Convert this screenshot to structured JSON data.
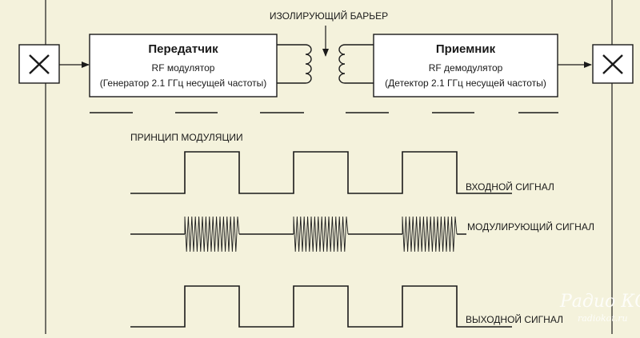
{
  "barrier_label": "ИЗОЛИРУЮЩИЙ БАРЬЕР",
  "transmitter": {
    "title": "Передатчик",
    "line1": "RF модулятор",
    "line2": "(Генератор 2.1 ГГц несущей частоты)"
  },
  "receiver": {
    "title": "Приемник",
    "line1": "RF демодулятор",
    "line2": "(Детектор 2.1 ГГц несущей частоты)"
  },
  "principle_label": "ПРИНЦИП МОДУЛЯЦИИ",
  "signals": {
    "input_label": "ВХОДНОЙ СИГНАЛ",
    "modulating_label": "МОДУЛИРУЮЩИЙ СИГНАЛ",
    "output_label": "ВЫХОДНОЙ СИГНАЛ"
  },
  "watermark": {
    "brand": "Радио КОТ",
    "url": "radiokot.ru"
  },
  "colors": {
    "background": "#f4f2dc",
    "box_fill": "#ffffff",
    "ink": "#1a1a1a"
  }
}
